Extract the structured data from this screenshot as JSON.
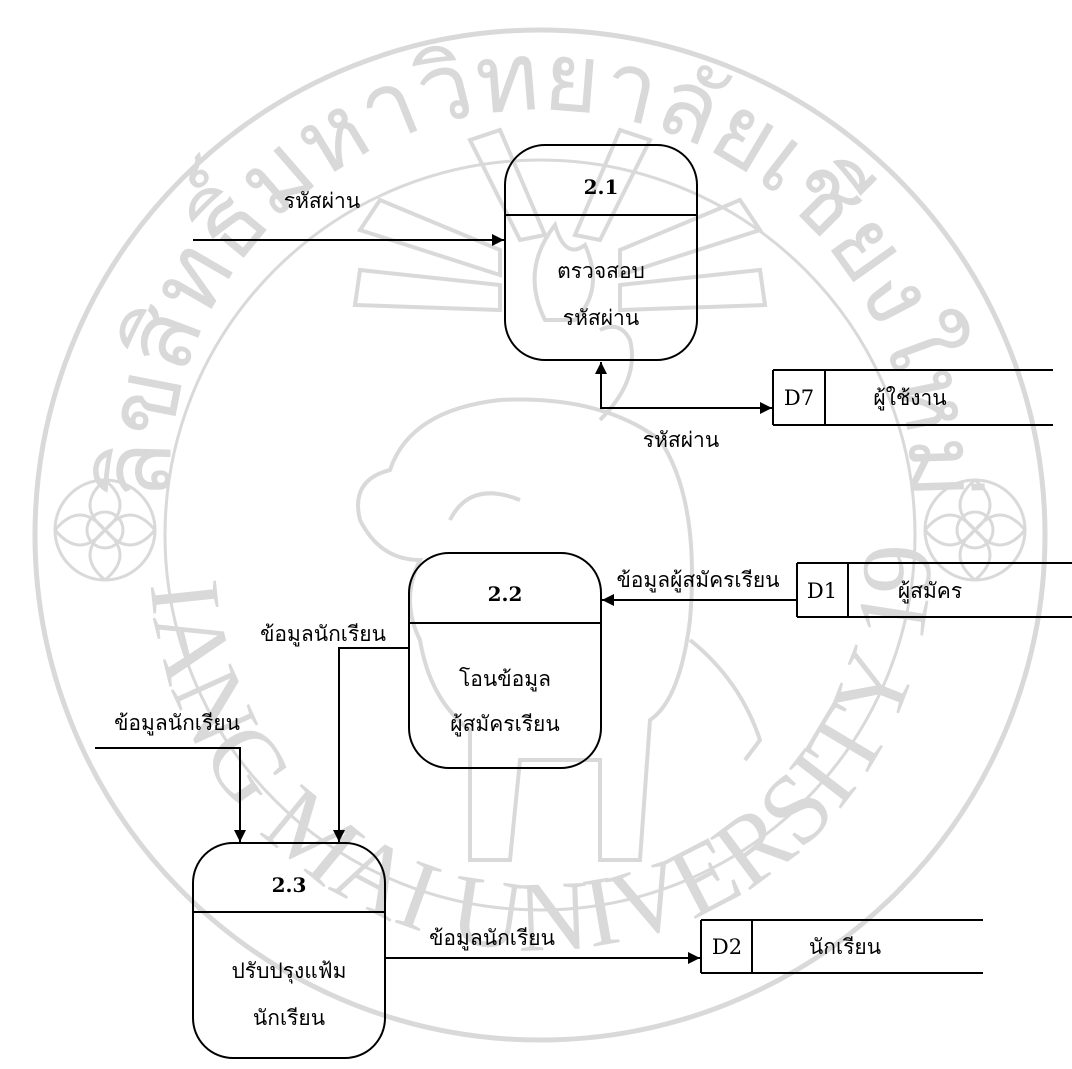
{
  "watermark": {
    "top_text": "ลิขสิทธิ์มหาวิทยาลัยเชียงใหม่",
    "bottom_text": "CHIANG MAI UNIVERSITY 1964",
    "color": "#d9d9d9"
  },
  "processes": [
    {
      "id": "2.1",
      "line1": "ตรวจสอบ",
      "line2": "รหัสผ่าน"
    },
    {
      "id": "2.2",
      "line1": "โอนข้อมูล",
      "line2": "ผู้สมัครเรียน"
    },
    {
      "id": "2.3",
      "line1": "ปรับปรุงแฟ้ม",
      "line2": "นักเรียน"
    }
  ],
  "datastores": [
    {
      "code": "D7",
      "name": "ผู้ใช้งาน"
    },
    {
      "code": "D1",
      "name": "ผู้สมัคร"
    },
    {
      "code": "D2",
      "name": "นักเรียน"
    }
  ],
  "flows": {
    "password_in": "รหัสผ่าน",
    "password_store": "รหัสผ่าน",
    "applicant_data": "ข้อมูลผู้สมัครเรียน",
    "student_data_22_23": "ข้อมูลนักเรียน",
    "student_data_in": "ข้อมูลนักเรียน",
    "student_data_out": "ข้อมูลนักเรียน"
  }
}
